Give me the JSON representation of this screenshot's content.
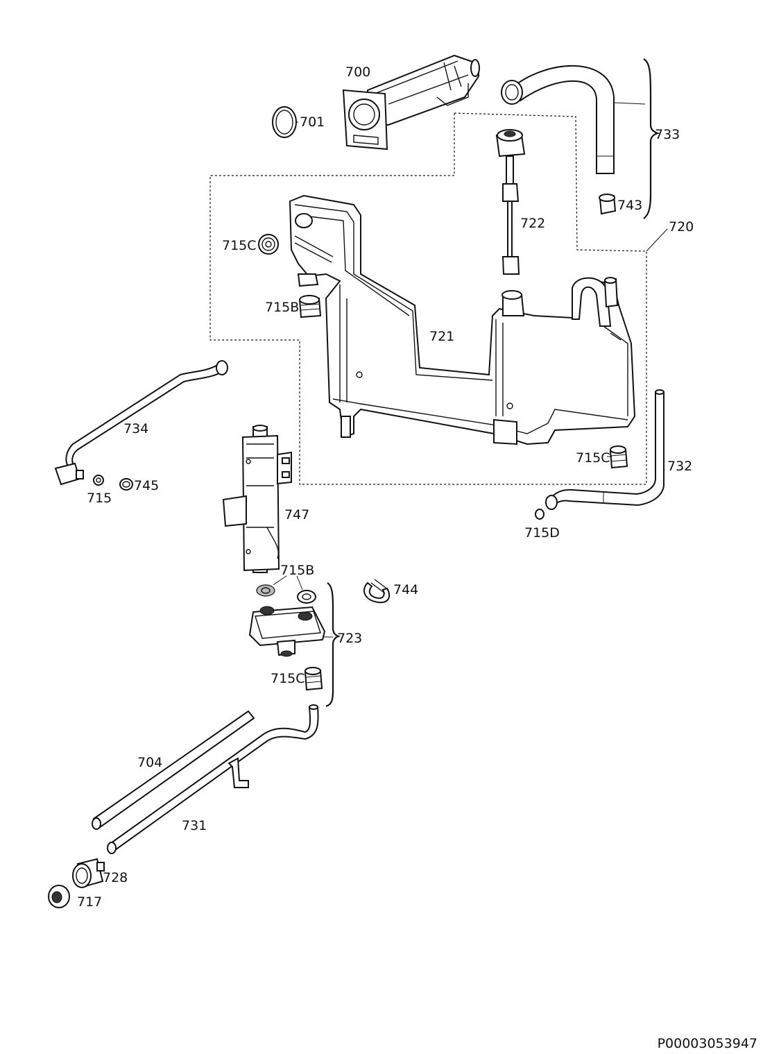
{
  "labels": {
    "p700": "700",
    "p701": "701",
    "p733": "733",
    "p743": "743",
    "p720": "720",
    "p722": "722",
    "p715c_top": "715C",
    "p715b_top": "715B",
    "p721": "721",
    "p734": "734",
    "p715": "715",
    "p745": "745",
    "p747": "747",
    "p715c_right": "715C",
    "p732": "732",
    "p715d": "715D",
    "p715b_pair": "715B",
    "p744": "744",
    "p723": "723",
    "p715c_bottom": "715C",
    "p704": "704",
    "p731": "731",
    "p728": "728",
    "p717": "717"
  },
  "page_code": "P00003053947"
}
